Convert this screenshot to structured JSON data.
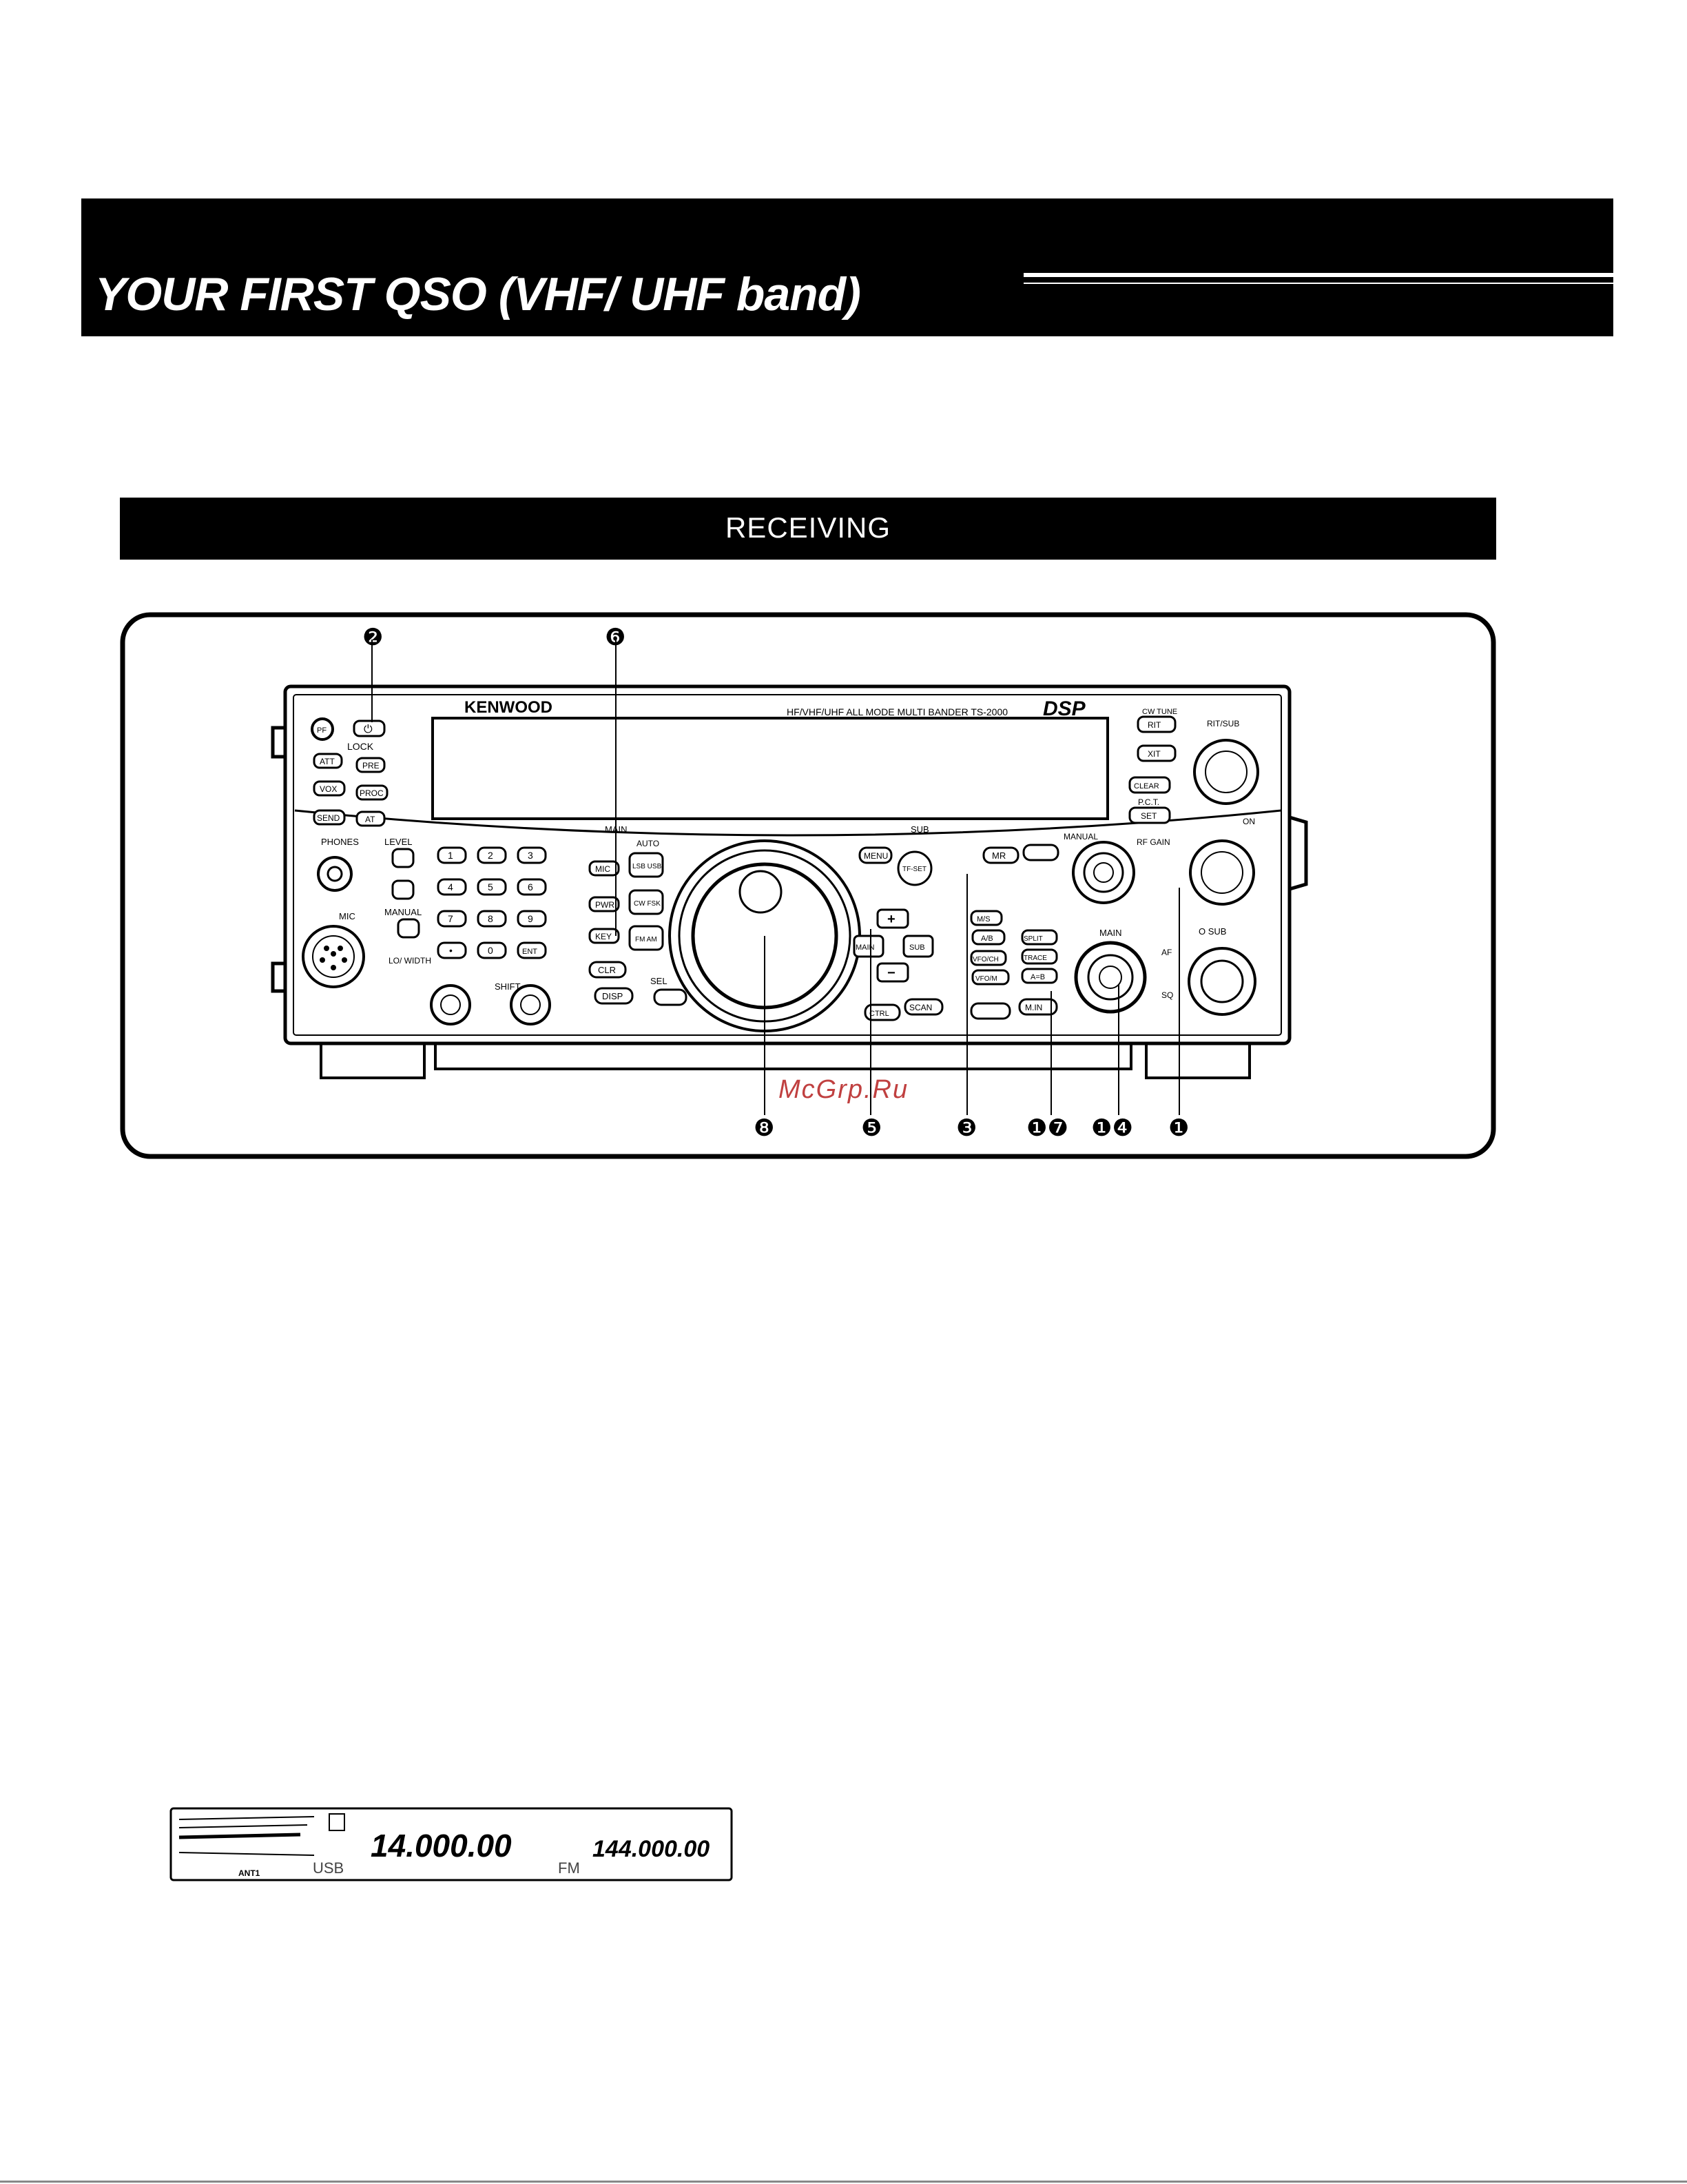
{
  "header": {
    "title": "YOUR FIRST QSO (VHF/ UHF band)"
  },
  "section": {
    "title": "RECEIVING"
  },
  "radio": {
    "brand": "KENWOOD",
    "model_text": "HF/VHF/UHF ALL MODE MULTI BANDER TS-2000",
    "dsp_logo": "DSP",
    "labels": {
      "main": "MAIN",
      "sub": "SUB",
      "phones": "PHONES",
      "mic": "MIC",
      "shift": "SHIFT",
      "lo_width": "LO/ WIDTH",
      "manual": "MANUAL",
      "rf_gain": "RF GAIN",
      "main_knob": "MAIN",
      "sub_knob": "O SUB",
      "rit_sub": "RIT/SUB",
      "af": "AF",
      "sq": "SQ",
      "lock": "LOCK",
      "level": "LEVEL",
      "auto": "AUTO",
      "sel": "SEL",
      "pct": "P.C.T.",
      "on": "ON"
    },
    "buttons": {
      "pf": "PF",
      "power": "⏻",
      "att": "ATT",
      "pre": "PRE",
      "vox": "VOX",
      "proc": "PROC",
      "send": "SEND",
      "at": "AT",
      "cw_tune": "CW TUNE",
      "rit": "RIT",
      "xit": "XIT",
      "clear": "CLEAR",
      "set": "SET",
      "menu": "MENU",
      "tf_set": "TF-SET",
      "mr": "MR",
      "m_in": "M.IN",
      "ms": "M/S",
      "ab": "A/B",
      "split": "SPLIT",
      "vfo_ch": "VFO/CH",
      "trace": "TRACE",
      "vfo_m": "VFO/M",
      "a_eq_b": "A=B",
      "clr": "CLR",
      "disp": "DISP",
      "scan": "SCAN",
      "mic_btn": "MIC",
      "pwr": "PWR",
      "key": "KEY",
      "lsb_usb": "LSB USB",
      "cw_fsk": "CW FSK",
      "fm_am": "FM AM",
      "ctrl": "CTRL",
      "main_btn": "MAIN",
      "sub_btn": "SUB",
      "plus": "+",
      "minus": "−",
      "keypad": [
        "1",
        "2",
        "3",
        "4",
        "5",
        "6",
        "7",
        "8",
        "9",
        "•",
        "0",
        "ENT"
      ]
    }
  },
  "callouts": {
    "top": [
      "❷",
      "❻"
    ],
    "bottom": [
      "❽",
      "❺",
      "❸",
      "❶❼",
      "❶❹",
      "❶"
    ]
  },
  "watermark": "McGrp.Ru",
  "lcd": {
    "main_freq": "14.000.00",
    "sub_freq": "144.000.00",
    "mode_main": "USB",
    "mode_sub": "FM",
    "ant": "ANT1"
  }
}
